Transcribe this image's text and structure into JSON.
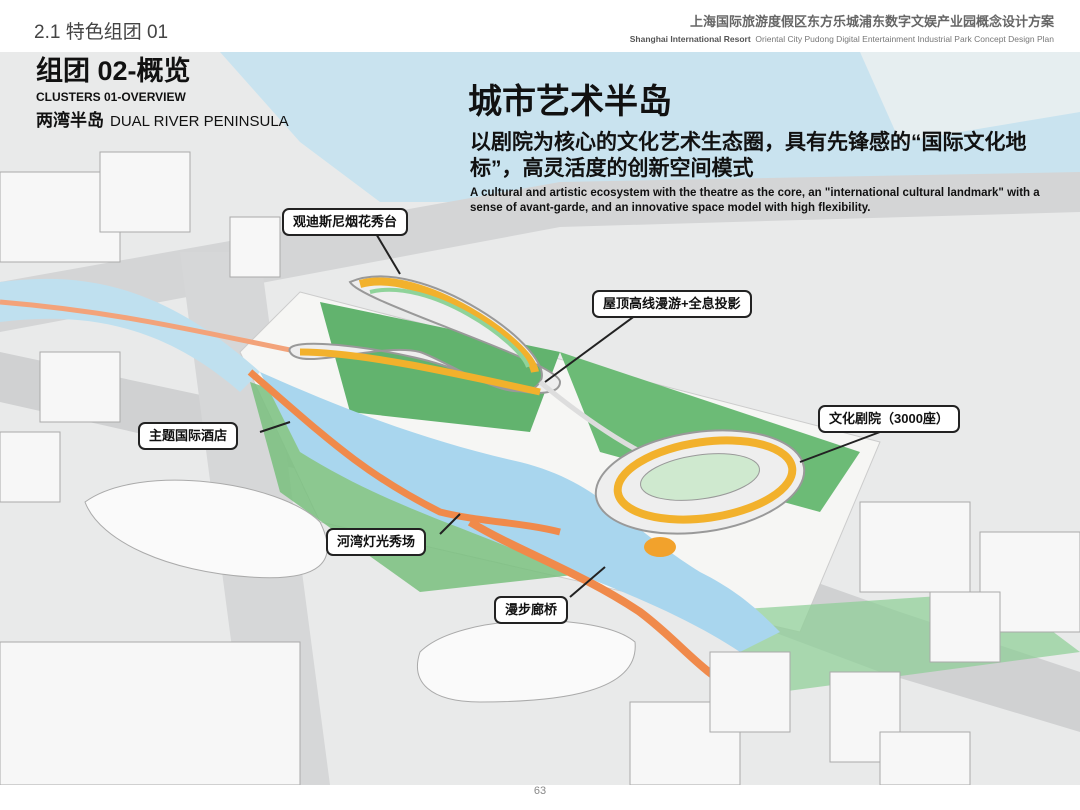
{
  "header": {
    "section": "2.1 特色组团 01",
    "project_cn": "上海国际旅游度假区东方乐城浦东数字文娱产业园概念设计方案",
    "project_en_bold": "Shanghai International Resort",
    "project_en": "Oriental City Pudong Digital Entertainment Industrial Park Concept Design Plan"
  },
  "overview": {
    "title": "组团 02-概览",
    "subtitle": "CLUSTERS 01-OVERVIEW",
    "area_cn": "两湾半岛",
    "area_en": "DUAL RIVER PENINSULA"
  },
  "concept": {
    "title": "城市艺术半岛",
    "subtitle": "以剧院为核心的文化艺术生态圈，具有先锋感的“国际文化地标”，高灵活度的创新空间模式",
    "description": "A cultural and artistic ecosystem with the theatre as the core, an \"international cultural landmark\" with a sense of avant-garde, and an innovative space model with high flexibility."
  },
  "labels": {
    "fireworks": "观迪斯尼烟花秀台",
    "roof": "屋顶高线漫游+全息投影",
    "theatre": "文化剧院（3000座）",
    "hotel": "主题国际酒店",
    "lightshow": "河湾灯光秀场",
    "bridge": "漫步廊桥"
  },
  "page_number": "63",
  "colors": {
    "river": "#a9d6ee",
    "green": "#5cae6a",
    "orange": "#f08a4b",
    "ribbon": "#f2b12c"
  }
}
